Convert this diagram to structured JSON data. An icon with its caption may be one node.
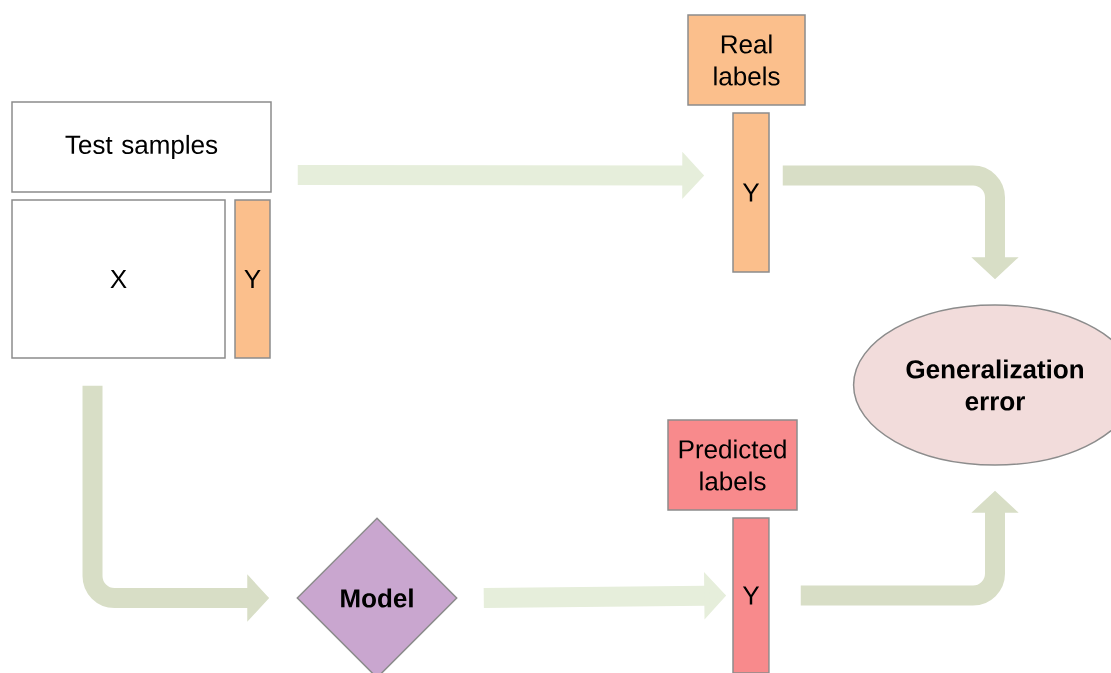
{
  "diagram": {
    "nodes": [
      {
        "text": [
          "Test samples"
        ]
      },
      {
        "text": [
          "X"
        ]
      },
      {
        "text": [
          "Y"
        ]
      },
      {
        "text": [
          "Real labels"
        ]
      },
      {
        "text": [
          "Y"
        ]
      },
      {
        "text": [
          "Generalization error"
        ]
      },
      {
        "text": [
          "Model"
        ]
      },
      {
        "text": [
          "Predicted labels"
        ]
      },
      {
        "text": [
          "Y"
        ]
      }
    ],
    "edges": [
      {
        "from": 0,
        "to": 4,
        "arrow": "to"
      },
      {
        "from": 4,
        "to": 5,
        "arrow": "to"
      },
      {
        "from": 1,
        "to": 6,
        "arrow": "to"
      },
      {
        "from": 6,
        "to": 8,
        "arrow": "to"
      },
      {
        "from": 8,
        "to": 5,
        "arrow": "to"
      }
    ]
  }
}
